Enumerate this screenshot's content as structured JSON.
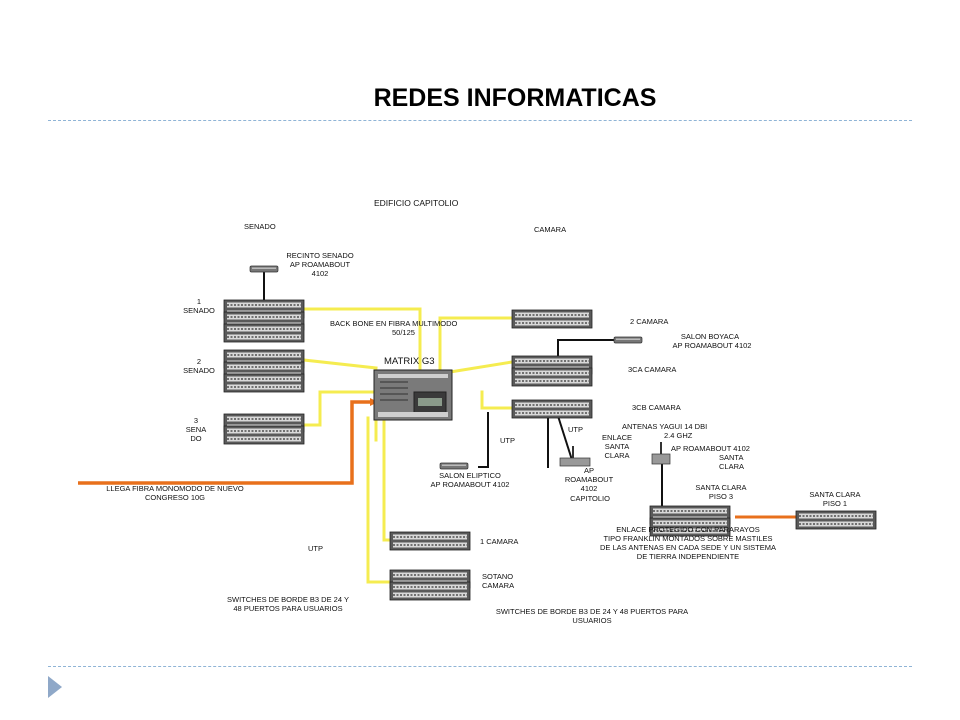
{
  "slide": {
    "title": "REDES INFORMATICAS"
  },
  "diagram": {
    "building": "EDIFICIO CAPITOLIO",
    "zones": {
      "senado": "SENADO",
      "camara": "CAMARA"
    },
    "core_switch": "MATRIX G3",
    "backbone": [
      "BACK BONE EN FIBRA MULTIMODO",
      "50/125"
    ],
    "switches": {
      "senado1": [
        "1",
        "SENADO"
      ],
      "senado2": [
        "2",
        "SENADO"
      ],
      "senado3": [
        "3",
        "SENA",
        "DO"
      ],
      "camara2": "2 CAMARA",
      "camara3ca": "3CA CAMARA",
      "camara3cb": "3CB CAMARA",
      "camara1": "1 CAMARA",
      "sotano": [
        "SOTANO",
        "CAMARA"
      ]
    },
    "access_points": {
      "recinto_senado": [
        "RECINTO SENADO",
        "AP ROAMABOUT",
        "4102"
      ],
      "salon_boyaca": [
        "SALON BOYACA",
        "AP ROAMABOUT 4102"
      ],
      "salon_eliptico": [
        "SALON ELIPTICO",
        "AP ROAMABOUT 4102"
      ],
      "ap_capitolio": [
        "AP",
        "ROAMABOUT",
        "4102",
        "CAPITOLIO"
      ],
      "ap_santa_clara": [
        "AP ROAMABOUT 4102",
        "SANTA",
        "CLARA"
      ]
    },
    "utp_labels": [
      "UTP",
      "UTP",
      "UTP"
    ],
    "antennas": [
      "ANTENAS YAGUI 14 DBI",
      "2.4 GHZ"
    ],
    "enlace": [
      "ENLACE",
      "SANTA",
      "CLARA"
    ],
    "santa_clara_piso3": [
      "SANTA CLARA",
      "PISO 3"
    ],
    "santa_clara_piso1": [
      "SANTA CLARA",
      "PISO 1"
    ],
    "fibra": [
      "LLEGA FIBRA MONOMODO DE NUEVO",
      "CONGRESO 10G"
    ],
    "enlace_protegido": [
      "ENLACE PROTEGIDO CON PARARAYOS",
      "TIPO FRANKLIN MONTADOS SOBRE MASTILES",
      "DE LAS ANTENAS EN CADA SEDE Y UN SISTEMA",
      "DE TIERRA INDEPENDIENTE"
    ],
    "switches_borde_left": [
      "SWITCHES DE BORDE B3 DE 24 Y",
      "48 PUERTOS PARA USUARIOS"
    ],
    "switches_borde_right": [
      "SWITCHES DE BORDE B3 DE 24 Y 48 PUERTOS PARA",
      "USUARIOS"
    ],
    "colors": {
      "fiber": "#f5ec50",
      "orange_fiber": "#e8701c",
      "cable": "#111111",
      "device": "#6e6e6e"
    }
  }
}
